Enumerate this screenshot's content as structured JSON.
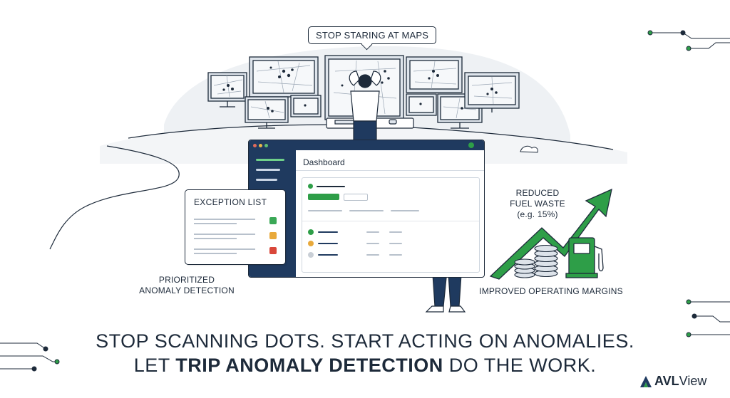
{
  "speech_bubble": {
    "text": "STOP STARING AT MAPS"
  },
  "dashboard": {
    "title": "Dashboard"
  },
  "exception_list": {
    "title": "EXCEPTION LIST",
    "status_colors": [
      "#3aa856",
      "#e8a93b",
      "#d9473a"
    ]
  },
  "left_caption": {
    "line1": "PRIORITIZED",
    "line2": "ANOMALY DETECTION"
  },
  "right_caption": {
    "line1": "REDUCED",
    "line2": "FUEL WASTE",
    "line3": "(e.g. 15%)",
    "bottom": "IMPROVED OPERATING MARGINS"
  },
  "headline": {
    "line1": "STOP SCANNING DOTS. START ACTING ON ANOMALIES.",
    "line2_pre": "LET ",
    "line2_bold": "TRIP ANOMALY DETECTION",
    "line2_post": " DO THE WORK."
  },
  "brand": {
    "name_bold": "AVL",
    "name_rest": "View"
  },
  "colors": {
    "green": "#2e9e48",
    "navy": "#1f3a5f",
    "ink": "#1d2a3a",
    "blob": "#eceff2"
  },
  "icons": [
    "circuit-icon",
    "person-icon",
    "arrow-up-icon",
    "coins-icon",
    "fuel-pump-icon",
    "monitor-icon",
    "map-icon",
    "logo-icon"
  ]
}
